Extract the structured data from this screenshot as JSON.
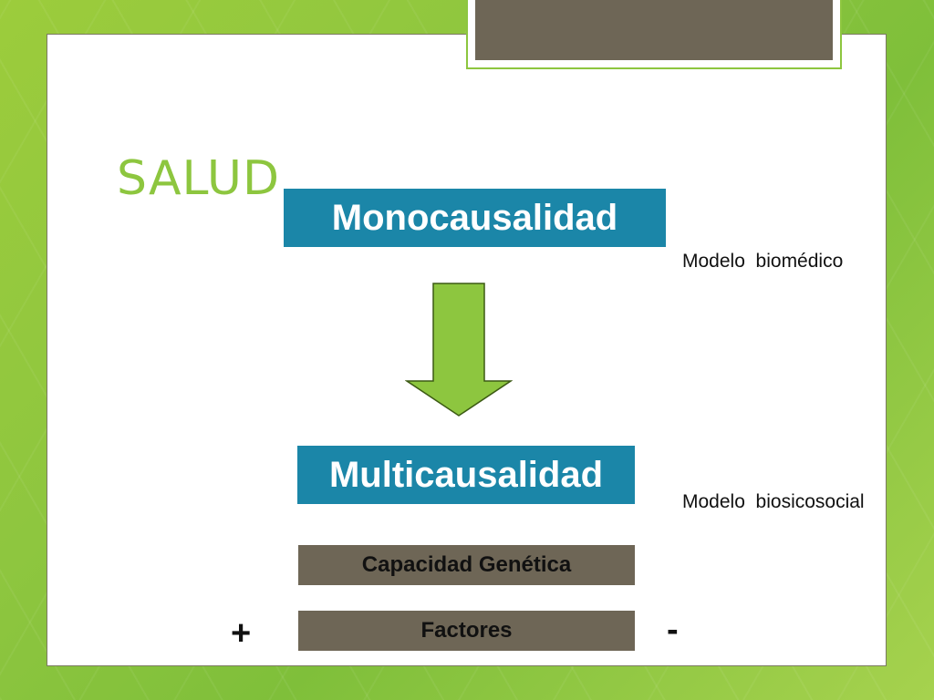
{
  "slide": {
    "title": "SALUD",
    "mono_label": "Monocausalidad",
    "multi_label": "Multicausalidad",
    "genetic_label": "Capacidad Genética",
    "factors_label": "Factores",
    "model_biomedical": "Modelo  biomédico",
    "model_biopsychosocial": "Modelo  biosicosocial",
    "plus_sign": "+",
    "minus_sign": "-"
  },
  "colors": {
    "accent_green": "#8dc63f",
    "box_blue": "#1b86a8",
    "box_gray": "#6e6656"
  }
}
